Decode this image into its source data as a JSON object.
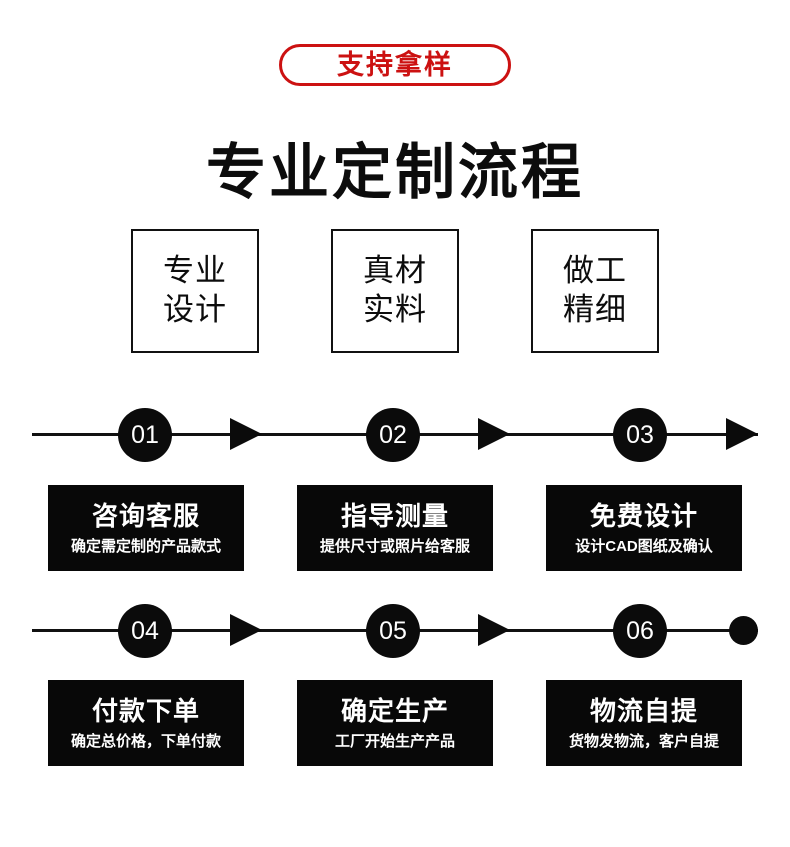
{
  "badge": {
    "label": "支持拿样",
    "border_color": "#CC1111",
    "text_color": "#CC1111"
  },
  "title": "专业定制流程",
  "features": [
    {
      "line1": "专业",
      "line2": "设计"
    },
    {
      "line1": "真材",
      "line2": "实料"
    },
    {
      "line1": "做工",
      "line2": "精细"
    }
  ],
  "timelines": [
    {
      "numbers": [
        "01",
        "02",
        "03"
      ],
      "end_marker": "arrow"
    },
    {
      "numbers": [
        "04",
        "05",
        "06"
      ],
      "end_marker": "dot"
    }
  ],
  "steps_row1": [
    {
      "number": "01",
      "title": "咨询客服",
      "sub": "确定需定制的产品款式"
    },
    {
      "number": "02",
      "title": "指导测量",
      "sub": "提供尺寸或照片给客服"
    },
    {
      "number": "03",
      "title": "免费设计",
      "sub": "设计CAD图纸及确认"
    }
  ],
  "steps_row2": [
    {
      "number": "04",
      "title": "付款下单",
      "sub": "确定总价格，下单付款"
    },
    {
      "number": "05",
      "title": "确定生产",
      "sub": "工厂开始生产产品"
    },
    {
      "number": "06",
      "title": "物流自提",
      "sub": "货物发物流，客户自提"
    }
  ],
  "colors": {
    "background": "#FFFFFF",
    "accent_red": "#CC1111",
    "ink": "#0C0C0C",
    "card_bg": "#080808",
    "card_text": "#FFFFFF"
  }
}
